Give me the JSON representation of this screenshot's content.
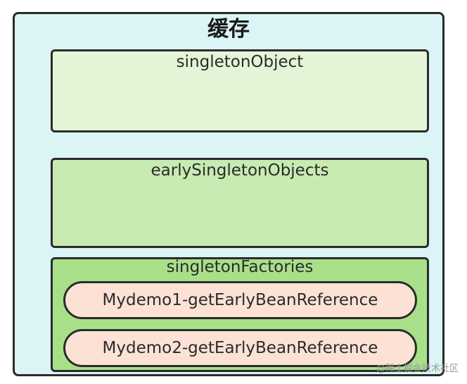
{
  "cache": {
    "title": "缓存",
    "singleton_objects": {
      "label": "singletonObject"
    },
    "early_singleton_objects": {
      "label": "earlySingletonObjects"
    },
    "singleton_factories": {
      "label": "singletonFactories",
      "items": [
        {
          "label": "Mydemo1-getEarlyBeanReference"
        },
        {
          "label": "Mydemo2-getEarlyBeanReference"
        }
      ]
    }
  },
  "watermark": "@稀土掘金技术社区",
  "colors": {
    "container_bg": "#dbf4f6",
    "singleton_bg": "#e3f5d6",
    "early_bg": "#c8ebb2",
    "factories_bg": "#a8e08a",
    "item_bg": "#fbe2d5",
    "border": "#2b2b2b"
  }
}
